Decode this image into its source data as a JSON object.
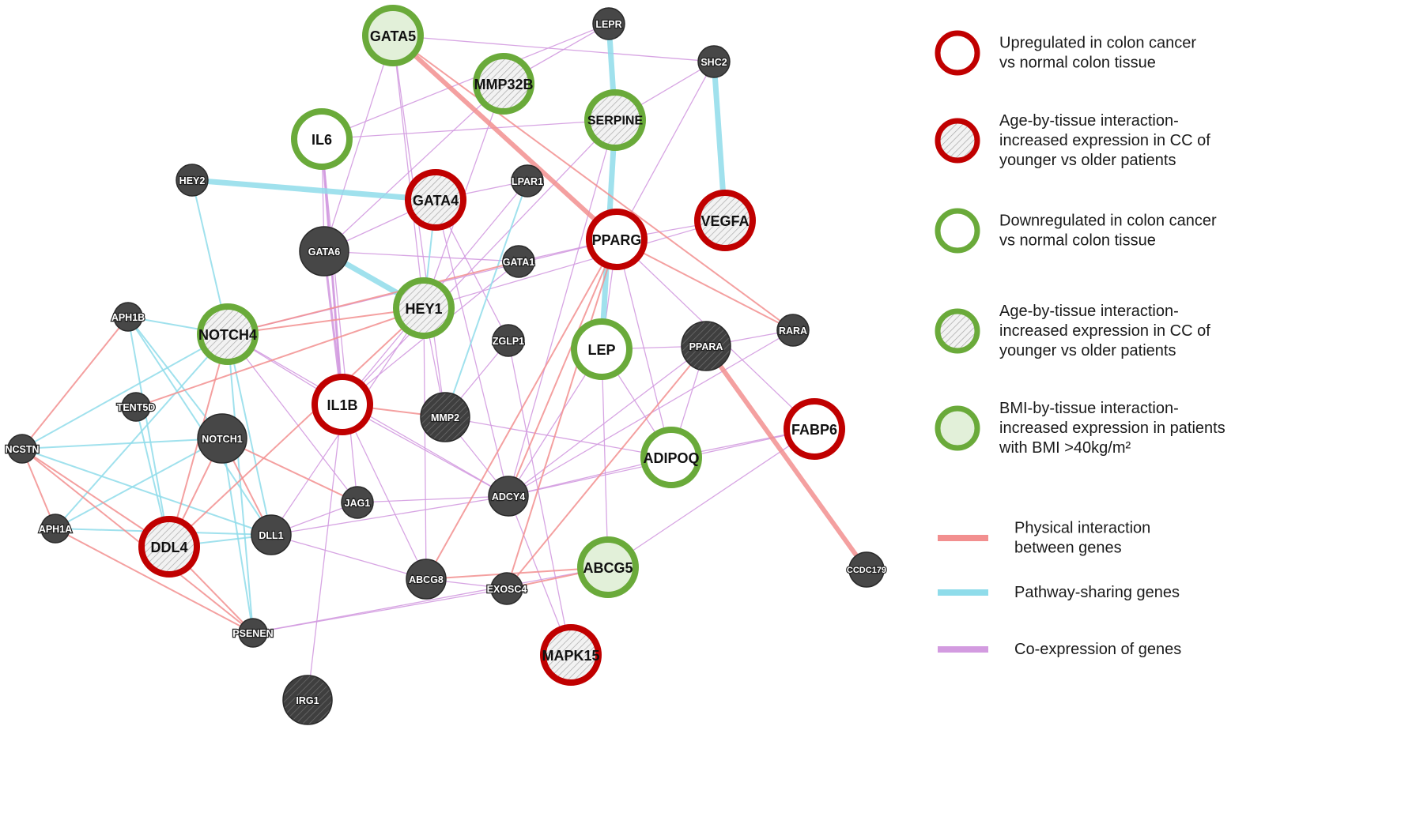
{
  "colors": {
    "up": "#c00000",
    "down": "#6aaa3a",
    "dark": "#474747",
    "light_green_fill": "#e2f0d9",
    "physical": "#f28f8f",
    "pathway": "#8fdcea",
    "coexpression": "#d39be0"
  },
  "nodes": [
    {
      "id": "GATA5",
      "label": "GATA5",
      "kind": "green-ring",
      "fill": "light-green"
    },
    {
      "id": "LEPR",
      "label": "LEPR",
      "kind": "dark"
    },
    {
      "id": "SHC2",
      "label": "SHC2",
      "kind": "dark"
    },
    {
      "id": "MMP32B",
      "label": "MMP32B",
      "kind": "green-ring",
      "fill": "hatched"
    },
    {
      "id": "SERPINE",
      "label": "SERPINE",
      "kind": "green-ring",
      "fill": "hatched"
    },
    {
      "id": "IL6",
      "label": "IL6",
      "kind": "green-ring",
      "fill": "white"
    },
    {
      "id": "HEY2",
      "label": "HEY2",
      "kind": "dark"
    },
    {
      "id": "GATA4",
      "label": "GATA4",
      "kind": "red-ring",
      "fill": "hatched"
    },
    {
      "id": "LPAR1",
      "label": "LPAR1",
      "kind": "dark"
    },
    {
      "id": "VEGFA",
      "label": "VEGFA",
      "kind": "red-ring",
      "fill": "hatched"
    },
    {
      "id": "PPARG",
      "label": "PPARG",
      "kind": "red-ring",
      "fill": "white"
    },
    {
      "id": "GATA6",
      "label": "GATA6",
      "kind": "dark"
    },
    {
      "id": "GATA1",
      "label": "GATA1",
      "kind": "dark"
    },
    {
      "id": "HEY1",
      "label": "HEY1",
      "kind": "green-ring",
      "fill": "hatched"
    },
    {
      "id": "APH1B",
      "label": "APH1B",
      "kind": "dark"
    },
    {
      "id": "NOTCH4",
      "label": "NOTCH4",
      "kind": "green-ring",
      "fill": "hatched"
    },
    {
      "id": "RARA",
      "label": "RARA",
      "kind": "dark"
    },
    {
      "id": "PPARA",
      "label": "PPARA",
      "kind": "dark-hatched"
    },
    {
      "id": "ZGLP1",
      "label": "ZGLP1",
      "kind": "dark"
    },
    {
      "id": "LEP",
      "label": "LEP",
      "kind": "green-ring",
      "fill": "white"
    },
    {
      "id": "TENT5D",
      "label": "TENT5D",
      "kind": "dark"
    },
    {
      "id": "IL1B",
      "label": "IL1B",
      "kind": "red-ring",
      "fill": "white"
    },
    {
      "id": "MMP2",
      "label": "MMP2",
      "kind": "dark-hatched"
    },
    {
      "id": "FABP6",
      "label": "FABP6",
      "kind": "red-ring",
      "fill": "white"
    },
    {
      "id": "NCSTN",
      "label": "NCSTN",
      "kind": "dark"
    },
    {
      "id": "NOTCH1",
      "label": "NOTCH1",
      "kind": "dark"
    },
    {
      "id": "ADIPOQ",
      "label": "ADIPOQ",
      "kind": "green-ring",
      "fill": "white"
    },
    {
      "id": "JAG1",
      "label": "JAG1",
      "kind": "dark"
    },
    {
      "id": "ADCY4",
      "label": "ADCY4",
      "kind": "dark"
    },
    {
      "id": "APH1A",
      "label": "APH1A",
      "kind": "dark"
    },
    {
      "id": "DDL4",
      "label": "DDL4",
      "kind": "red-ring",
      "fill": "hatched"
    },
    {
      "id": "DLL1",
      "label": "DLL1",
      "kind": "dark"
    },
    {
      "id": "ABCG5",
      "label": "ABCG5",
      "kind": "green-ring",
      "fill": "light-green"
    },
    {
      "id": "CCDC179",
      "label": "CCDC179",
      "kind": "dark"
    },
    {
      "id": "ABCG8",
      "label": "ABCG8",
      "kind": "dark"
    },
    {
      "id": "EXOSC4",
      "label": "EXOSC4",
      "kind": "dark"
    },
    {
      "id": "PSENEN",
      "label": "PSENEN",
      "kind": "dark"
    },
    {
      "id": "MAPK15",
      "label": "MAPK15",
      "kind": "red-ring",
      "fill": "hatched"
    },
    {
      "id": "IRG1",
      "label": "IRG1",
      "kind": "dark-hatched"
    }
  ],
  "edges": [
    {
      "a": "GATA5",
      "b": "PPARG",
      "type": "physical",
      "strength": 2
    },
    {
      "a": "GATA5",
      "b": "RARA",
      "type": "physical",
      "strength": 1
    },
    {
      "a": "PPARG",
      "b": "RARA",
      "type": "physical",
      "strength": 1
    },
    {
      "a": "PPARG",
      "b": "ADCY4",
      "type": "physical",
      "strength": 1
    },
    {
      "a": "PPARG",
      "b": "ABCG8",
      "type": "physical",
      "strength": 1
    },
    {
      "a": "PPARG",
      "b": "EXOSC4",
      "type": "physical",
      "strength": 1
    },
    {
      "a": "PPARA",
      "b": "EXOSC4",
      "type": "physical",
      "strength": 1
    },
    {
      "a": "PPARA",
      "b": "CCDC179",
      "type": "physical",
      "strength": 2
    },
    {
      "a": "ABCG5",
      "b": "ABCG8",
      "type": "physical",
      "strength": 1
    },
    {
      "a": "ABCG5",
      "b": "EXOSC4",
      "type": "physical",
      "strength": 1
    },
    {
      "a": "HEY1",
      "b": "TENT5D",
      "type": "physical",
      "strength": 1
    },
    {
      "a": "HEY1",
      "b": "NOTCH4",
      "type": "physical",
      "strength": 1
    },
    {
      "a": "HEY1",
      "b": "DDL4",
      "type": "physical",
      "strength": 1
    },
    {
      "a": "GATA1",
      "b": "NOTCH4",
      "type": "physical",
      "strength": 1
    },
    {
      "a": "NOTCH4",
      "b": "DDL4",
      "type": "physical",
      "strength": 1
    },
    {
      "a": "NOTCH1",
      "b": "DDL4",
      "type": "physical",
      "strength": 1
    },
    {
      "a": "NOTCH1",
      "b": "DLL1",
      "type": "physical",
      "strength": 1
    },
    {
      "a": "NOTCH1",
      "b": "JAG1",
      "type": "physical",
      "strength": 1
    },
    {
      "a": "IL1B",
      "b": "MMP2",
      "type": "physical",
      "strength": 1
    },
    {
      "a": "APH1B",
      "b": "NCSTN",
      "type": "physical",
      "strength": 1
    },
    {
      "a": "NCSTN",
      "b": "APH1A",
      "type": "physical",
      "strength": 1
    },
    {
      "a": "NCSTN",
      "b": "DDL4",
      "type": "physical",
      "strength": 1
    },
    {
      "a": "NCSTN",
      "b": "PSENEN",
      "type": "physical",
      "strength": 1
    },
    {
      "a": "APH1A",
      "b": "PSENEN",
      "type": "physical",
      "strength": 1
    },
    {
      "a": "DDL4",
      "b": "PSENEN",
      "type": "physical",
      "strength": 1
    },
    {
      "a": "HEY2",
      "b": "GATA4",
      "type": "pathway",
      "strength": 2
    },
    {
      "a": "GATA6",
      "b": "HEY1",
      "type": "pathway",
      "strength": 2
    },
    {
      "a": "HEY2",
      "b": "NOTCH4",
      "type": "pathway",
      "strength": 1
    },
    {
      "a": "LEPR",
      "b": "SERPINE",
      "type": "pathway",
      "strength": 2
    },
    {
      "a": "SERPINE",
      "b": "LEP",
      "type": "pathway",
      "strength": 2
    },
    {
      "a": "SHC2",
      "b": "VEGFA",
      "type": "pathway",
      "strength": 2
    },
    {
      "a": "LPAR1",
      "b": "MMP2",
      "type": "pathway",
      "strength": 1
    },
    {
      "a": "GATA4",
      "b": "HEY1",
      "type": "pathway",
      "strength": 1
    },
    {
      "a": "APH1B",
      "b": "NOTCH4",
      "type": "pathway",
      "strength": 1
    },
    {
      "a": "APH1B",
      "b": "DDL4",
      "type": "pathway",
      "strength": 1
    },
    {
      "a": "APH1B",
      "b": "DLL1",
      "type": "pathway",
      "strength": 1
    },
    {
      "a": "NCSTN",
      "b": "NOTCH4",
      "type": "pathway",
      "strength": 1
    },
    {
      "a": "NCSTN",
      "b": "NOTCH1",
      "type": "pathway",
      "strength": 1
    },
    {
      "a": "NCSTN",
      "b": "DLL1",
      "type": "pathway",
      "strength": 1
    },
    {
      "a": "APH1A",
      "b": "NOTCH4",
      "type": "pathway",
      "strength": 1
    },
    {
      "a": "APH1A",
      "b": "NOTCH1",
      "type": "pathway",
      "strength": 1
    },
    {
      "a": "APH1A",
      "b": "DLL1",
      "type": "pathway",
      "strength": 1
    },
    {
      "a": "NOTCH4",
      "b": "PSENEN",
      "type": "pathway",
      "strength": 1
    },
    {
      "a": "NOTCH4",
      "b": "DLL1",
      "type": "pathway",
      "strength": 1
    },
    {
      "a": "NOTCH1",
      "b": "PSENEN",
      "type": "pathway",
      "strength": 1
    },
    {
      "a": "NOTCH1",
      "b": "APH1B",
      "type": "pathway",
      "strength": 1
    },
    {
      "a": "DDL4",
      "b": "DLL1",
      "type": "pathway",
      "strength": 1
    },
    {
      "a": "TENT5D",
      "b": "DDL4",
      "type": "pathway",
      "strength": 1
    },
    {
      "a": "IL6",
      "b": "IL1B",
      "type": "coexpression",
      "strength": 1
    },
    {
      "a": "IL6",
      "b": "JAG1",
      "type": "coexpression",
      "strength": 1
    },
    {
      "a": "IL6",
      "b": "GATA6",
      "type": "coexpression",
      "strength": 1
    },
    {
      "a": "GATA5",
      "b": "SHC2",
      "type": "coexpression",
      "strength": 1
    },
    {
      "a": "GATA5",
      "b": "MMP2",
      "type": "coexpression",
      "strength": 1
    },
    {
      "a": "GATA5",
      "b": "HEY1",
      "type": "coexpression",
      "strength": 1
    },
    {
      "a": "GATA5",
      "b": "GATA6",
      "type": "coexpression",
      "strength": 1
    },
    {
      "a": "LEPR",
      "b": "MMP32B",
      "type": "coexpression",
      "strength": 1
    },
    {
      "a": "LEPR",
      "b": "IL6",
      "type": "coexpression",
      "strength": 1
    },
    {
      "a": "SHC2",
      "b": "SERPINE",
      "type": "coexpression",
      "strength": 1
    },
    {
      "a": "SHC2",
      "b": "PPARG",
      "type": "coexpression",
      "strength": 1
    },
    {
      "a": "MMP32B",
      "b": "GATA6",
      "type": "coexpression",
      "strength": 1
    },
    {
      "a": "MMP32B",
      "b": "HEY1",
      "type": "coexpression",
      "strength": 1
    },
    {
      "a": "SERPINE",
      "b": "IL6",
      "type": "coexpression",
      "strength": 1
    },
    {
      "a": "SERPINE",
      "b": "ADCY4",
      "type": "coexpression",
      "strength": 1
    },
    {
      "a": "SERPINE",
      "b": "IL1B",
      "type": "coexpression",
      "strength": 1
    },
    {
      "a": "GATA4",
      "b": "GATA6",
      "type": "coexpression",
      "strength": 1
    },
    {
      "a": "GATA4",
      "b": "ZGLP1",
      "type": "coexpression",
      "strength": 1
    },
    {
      "a": "GATA4",
      "b": "ADCY4",
      "type": "coexpression",
      "strength": 1
    },
    {
      "a": "LPAR1",
      "b": "GATA4",
      "type": "coexpression",
      "strength": 1
    },
    {
      "a": "LPAR1",
      "b": "IL1B",
      "type": "coexpression",
      "strength": 1
    },
    {
      "a": "VEGFA",
      "b": "PPARG",
      "type": "coexpression",
      "strength": 1
    },
    {
      "a": "VEGFA",
      "b": "HEY1",
      "type": "coexpression",
      "strength": 1
    },
    {
      "a": "PPARG",
      "b": "GATA1",
      "type": "coexpression",
      "strength": 1
    },
    {
      "a": "PPARG",
      "b": "LEP",
      "type": "coexpression",
      "strength": 1
    },
    {
      "a": "PPARG",
      "b": "ADIPOQ",
      "type": "coexpression",
      "strength": 1
    },
    {
      "a": "PPARG",
      "b": "FABP6",
      "type": "coexpression",
      "strength": 1
    },
    {
      "a": "PPARG",
      "b": "NOTCH4",
      "type": "coexpression",
      "strength": 1
    },
    {
      "a": "GATA1",
      "b": "IL1B",
      "type": "coexpression",
      "strength": 1
    },
    {
      "a": "GATA1",
      "b": "GATA6",
      "type": "coexpression",
      "strength": 1
    },
    {
      "a": "HEY1",
      "b": "MMP2",
      "type": "coexpression",
      "strength": 1
    },
    {
      "a": "HEY1",
      "b": "DLL1",
      "type": "coexpression",
      "strength": 1
    },
    {
      "a": "HEY1",
      "b": "ABCG8",
      "type": "coexpression",
      "strength": 1
    },
    {
      "a": "NOTCH4",
      "b": "IL1B",
      "type": "coexpression",
      "strength": 1
    },
    {
      "a": "NOTCH4",
      "b": "ADCY4",
      "type": "coexpression",
      "strength": 1
    },
    {
      "a": "NOTCH4",
      "b": "JAG1",
      "type": "coexpression",
      "strength": 1
    },
    {
      "a": "RARA",
      "b": "PPARA",
      "type": "coexpression",
      "strength": 1
    },
    {
      "a": "RARA",
      "b": "ADCY4",
      "type": "coexpression",
      "strength": 1
    },
    {
      "a": "PPARA",
      "b": "LEP",
      "type": "coexpression",
      "strength": 1
    },
    {
      "a": "PPARA",
      "b": "ADIPOQ",
      "type": "coexpression",
      "strength": 1
    },
    {
      "a": "PPARA",
      "b": "ADCY4",
      "type": "coexpression",
      "strength": 1
    },
    {
      "a": "ZGLP1",
      "b": "MAPK15",
      "type": "coexpression",
      "strength": 1
    },
    {
      "a": "ZGLP1",
      "b": "MMP2",
      "type": "coexpression",
      "strength": 1
    },
    {
      "a": "LEP",
      "b": "ADIPOQ",
      "type": "coexpression",
      "strength": 1
    },
    {
      "a": "LEP",
      "b": "ABCG5",
      "type": "coexpression",
      "strength": 1
    },
    {
      "a": "LEP",
      "b": "ADCY4",
      "type": "coexpression",
      "strength": 1
    },
    {
      "a": "IL1B",
      "b": "IRG1",
      "type": "coexpression",
      "strength": 1
    },
    {
      "a": "IL1B",
      "b": "ADCY4",
      "type": "coexpression",
      "strength": 1
    },
    {
      "a": "IL1B",
      "b": "ABCG8",
      "type": "coexpression",
      "strength": 1
    },
    {
      "a": "MMP2",
      "b": "ADIPOQ",
      "type": "coexpression",
      "strength": 1
    },
    {
      "a": "MMP2",
      "b": "ADCY4",
      "type": "coexpression",
      "strength": 1
    },
    {
      "a": "FABP6",
      "b": "ADIPOQ",
      "type": "coexpression",
      "strength": 1
    },
    {
      "a": "FABP6",
      "b": "ADCY4",
      "type": "coexpression",
      "strength": 1
    },
    {
      "a": "FABP6",
      "b": "ABCG5",
      "type": "coexpression",
      "strength": 1
    },
    {
      "a": "ADIPOQ",
      "b": "ADCY4",
      "type": "coexpression",
      "strength": 1
    },
    {
      "a": "JAG1",
      "b": "ADCY4",
      "type": "coexpression",
      "strength": 1
    },
    {
      "a": "JAG1",
      "b": "DLL1",
      "type": "coexpression",
      "strength": 1
    },
    {
      "a": "ADCY4",
      "b": "MAPK15",
      "type": "coexpression",
      "strength": 1
    },
    {
      "a": "DLL1",
      "b": "ABCG8",
      "type": "coexpression",
      "strength": 1
    },
    {
      "a": "DLL1",
      "b": "ADCY4",
      "type": "coexpression",
      "strength": 1
    },
    {
      "a": "ABCG8",
      "b": "EXOSC4",
      "type": "coexpression",
      "strength": 1
    },
    {
      "a": "PSENEN",
      "b": "EXOSC4",
      "type": "coexpression",
      "strength": 1
    },
    {
      "a": "PSENEN",
      "b": "ABCG5",
      "type": "coexpression",
      "strength": 1
    },
    {
      "a": "GATA6",
      "b": "IL1B",
      "type": "coexpression",
      "strength": 2
    },
    {
      "a": "IL6",
      "b": "IL1B",
      "type": "coexpression",
      "strength": 2
    }
  ],
  "legend": [
    {
      "key": "upregulated",
      "symbol": "red-ring-white",
      "lines": [
        "Upregulated in colon cancer",
        "vs normal colon tissue"
      ]
    },
    {
      "key": "age-red",
      "symbol": "red-ring-hatched",
      "lines": [
        "Age-by-tissue interaction-",
        "increased expression in CC of",
        "younger vs older patients"
      ]
    },
    {
      "key": "downregulated",
      "symbol": "green-ring-white",
      "lines": [
        "Downregulated in colon cancer",
        "vs normal colon tissue"
      ]
    },
    {
      "key": "age-green",
      "symbol": "green-ring-hatched",
      "lines": [
        "Age-by-tissue interaction-",
        "increased expression in CC of",
        "younger vs older patients"
      ]
    },
    {
      "key": "bmi",
      "symbol": "green-ring-lightgreen",
      "lines": [
        "BMI-by-tissue  interaction-",
        "increased expression in patients",
        "with BMI >40kg/m²"
      ]
    },
    {
      "key": "physical",
      "symbol": "line-physical",
      "lines": [
        "Physical interaction",
        "between genes"
      ]
    },
    {
      "key": "pathway",
      "symbol": "line-pathway",
      "lines": [
        "Pathway-sharing  genes"
      ]
    },
    {
      "key": "coexpression",
      "symbol": "line-coexpression",
      "lines": [
        "Co-expression of genes"
      ]
    }
  ]
}
